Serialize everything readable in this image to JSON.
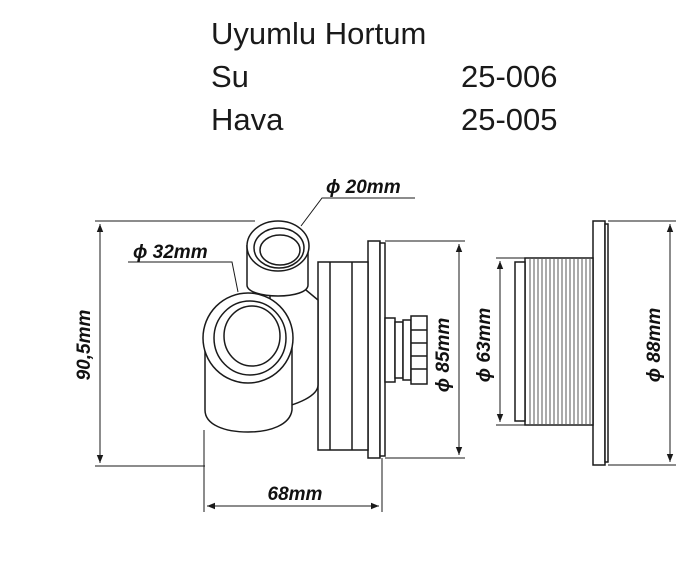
{
  "table": {
    "title": "Uyumlu Hortum",
    "rows": [
      {
        "name": "Su",
        "code": "25-006"
      },
      {
        "name": "Hava",
        "code": "25-005"
      }
    ]
  },
  "dimensions": {
    "d20": "20mm",
    "d32": "32mm",
    "height": "90,5mm",
    "d85": "85mm",
    "d63": "63mm",
    "d88": "88mm",
    "width": "68mm"
  },
  "colors": {
    "line": "#1a1a1a",
    "fill": "#ffffff",
    "thread": "#555555"
  }
}
